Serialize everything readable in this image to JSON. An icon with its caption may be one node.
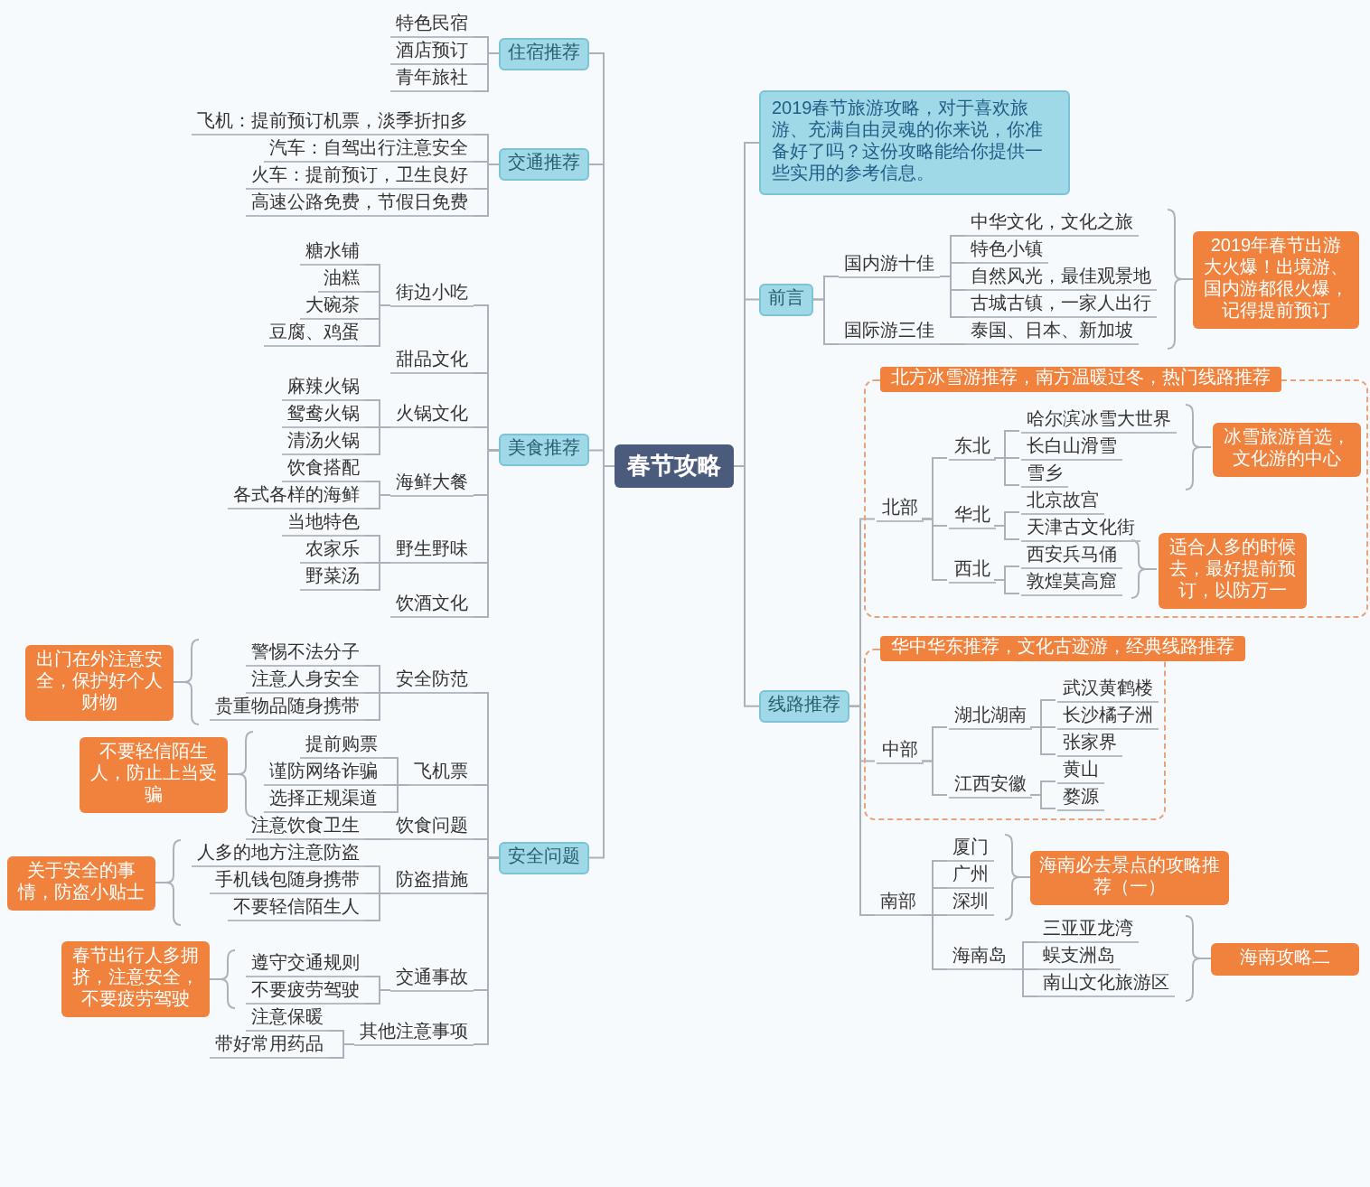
{
  "diagram": {
    "nodes": [
      {
        "text": [
          "春节攻略"
        ]
      },
      {
        "text": [
          "住宿推荐"
        ]
      },
      {
        "text": [
          "特色民宿"
        ]
      },
      {
        "text": [
          "酒店预订"
        ]
      },
      {
        "text": [
          "青年旅社"
        ]
      },
      {
        "text": [
          "交通推荐"
        ]
      },
      {
        "text": [
          "飞机：提前预订机票，淡季折扣多"
        ]
      },
      {
        "text": [
          "汽车：自驾出行注意安全"
        ]
      },
      {
        "text": [
          "火车：提前预订，卫生良好"
        ]
      },
      {
        "text": [
          "高速公路免费，节假日免费"
        ]
      },
      {
        "text": [
          "美食推荐"
        ]
      },
      {
        "text": [
          "街边小吃"
        ]
      },
      {
        "text": [
          "糖水铺"
        ]
      },
      {
        "text": [
          "油糕"
        ]
      },
      {
        "text": [
          "大碗茶"
        ]
      },
      {
        "text": [
          "豆腐、鸡蛋"
        ]
      },
      {
        "text": [
          "甜品文化"
        ]
      },
      {
        "text": [
          "火锅文化"
        ]
      },
      {
        "text": [
          "麻辣火锅"
        ]
      },
      {
        "text": [
          "鸳鸯火锅"
        ]
      },
      {
        "text": [
          "清汤火锅"
        ]
      },
      {
        "text": [
          "海鲜大餐"
        ]
      },
      {
        "text": [
          "饮食搭配"
        ]
      },
      {
        "text": [
          "各式各样的海鲜"
        ]
      },
      {
        "text": [
          "野生野味"
        ]
      },
      {
        "text": [
          "当地特色"
        ]
      },
      {
        "text": [
          "农家乐"
        ]
      },
      {
        "text": [
          "野菜汤"
        ]
      },
      {
        "text": [
          "饮酒文化"
        ]
      },
      {
        "text": [
          "安全问题"
        ]
      },
      {
        "text": [
          "安全防范"
        ]
      },
      {
        "text": [
          "警惕不法分子"
        ]
      },
      {
        "text": [
          "注意人身安全"
        ]
      },
      {
        "text": [
          "贵重物品随身携带"
        ]
      },
      {
        "text": [
          "飞机票"
        ]
      },
      {
        "text": [
          "提前购票"
        ]
      },
      {
        "text": [
          "谨防网络诈骗"
        ]
      },
      {
        "text": [
          "选择正规渠道"
        ]
      },
      {
        "text": [
          "饮食问题"
        ]
      },
      {
        "text": [
          "注意饮食卫生"
        ]
      },
      {
        "text": [
          "防盗措施"
        ]
      },
      {
        "text": [
          "人多的地方注意防盗"
        ]
      },
      {
        "text": [
          "手机钱包随身携带"
        ]
      },
      {
        "text": [
          "不要轻信陌生人"
        ]
      },
      {
        "text": [
          "交通事故"
        ]
      },
      {
        "text": [
          "遵守交通规则"
        ]
      },
      {
        "text": [
          "不要疲劳驾驶"
        ]
      },
      {
        "text": [
          "其他注意事项"
        ]
      },
      {
        "text": [
          "注意保暖"
        ]
      },
      {
        "text": [
          "带好常用药品"
        ]
      },
      {
        "text": [
          "出门在外注意安全，保护好个人财物"
        ]
      },
      {
        "text": [
          "不要轻信陌生人，防止上当受骗"
        ]
      },
      {
        "text": [
          "关于安全的事情，防盗小贴士"
        ]
      },
      {
        "text": [
          "春节出行人多拥挤，注意安全，不要疲劳驾驶"
        ]
      },
      {
        "text": [
          "2019春节旅游攻略，对于喜欢旅游、充满自由灵魂的你来说，你准备好了吗？这份攻略能给你提供一些实用的参考信息。"
        ]
      },
      {
        "text": [
          "前言"
        ]
      },
      {
        "text": [
          "国内游十佳"
        ]
      },
      {
        "text": [
          "中华文化，文化之旅"
        ]
      },
      {
        "text": [
          "特色小镇"
        ]
      },
      {
        "text": [
          "自然风光，最佳观景地"
        ]
      },
      {
        "text": [
          "古城古镇，一家人出行"
        ]
      },
      {
        "text": [
          "国际游三佳"
        ]
      },
      {
        "text": [
          "泰国、日本、新加坡"
        ]
      },
      {
        "text": [
          "2019年春节出游大火爆！出境游、国内游都很火爆，记得提前预订"
        ]
      },
      {
        "text": [
          "线路推荐"
        ]
      },
      {
        "text": [
          "北方冰雪游推荐，南方温暖过冬，热门线路推荐"
        ]
      },
      {
        "text": [
          "北部"
        ],
        "in": 65
      },
      {
        "text": [
          "东北"
        ],
        "in": 65
      },
      {
        "text": [
          "哈尔滨冰雪大世界"
        ],
        "in": 65
      },
      {
        "text": [
          "长白山滑雪"
        ],
        "in": 65
      },
      {
        "text": [
          "雪乡"
        ],
        "in": 65
      },
      {
        "text": [
          "华北"
        ],
        "in": 65
      },
      {
        "text": [
          "北京故宫"
        ],
        "in": 65
      },
      {
        "text": [
          "天津古文化街"
        ],
        "in": 65
      },
      {
        "text": [
          "西北"
        ],
        "in": 65
      },
      {
        "text": [
          "西安兵马俑"
        ],
        "in": 65
      },
      {
        "text": [
          "敦煌莫高窟"
        ],
        "in": 65
      },
      {
        "text": [
          "冰雪旅游首选，文化游的中心"
        ],
        "in": 65
      },
      {
        "text": [
          "适合人多的时候去，最好提前预订，以防万一"
        ],
        "in": 65
      },
      {
        "text": [
          "华中华东推荐，文化古迹游，经典线路推荐"
        ]
      },
      {
        "text": [
          "中部"
        ],
        "in": 79
      },
      {
        "text": [
          "湖北湖南"
        ],
        "in": 79
      },
      {
        "text": [
          "武汉黄鹤楼"
        ],
        "in": 79
      },
      {
        "text": [
          "长沙橘子洲"
        ],
        "in": 79
      },
      {
        "text": [
          "张家界"
        ],
        "in": 79
      },
      {
        "text": [
          "江西安徽"
        ],
        "in": 79
      },
      {
        "text": [
          "黄山"
        ],
        "in": 79
      },
      {
        "text": [
          "婺源"
        ],
        "in": 79
      },
      {
        "text": [
          "南部"
        ]
      },
      {
        "text": [
          "厦门"
        ]
      },
      {
        "text": [
          "广州"
        ]
      },
      {
        "text": [
          "深圳"
        ]
      },
      {
        "text": [
          "海南岛"
        ]
      },
      {
        "text": [
          "三亚亚龙湾"
        ]
      },
      {
        "text": [
          "蜈支洲岛"
        ]
      },
      {
        "text": [
          "南山文化旅游区"
        ]
      },
      {
        "text": [
          "海南必去景点的攻略推荐（一）"
        ]
      },
      {
        "text": [
          "海南攻略二"
        ]
      }
    ],
    "edges": [
      {
        "from": 0,
        "to": 1,
        "arrow": "none"
      },
      {
        "from": 0,
        "to": 5,
        "arrow": "none"
      },
      {
        "from": 0,
        "to": 10,
        "arrow": "none"
      },
      {
        "from": 0,
        "to": 29,
        "arrow": "none"
      },
      {
        "from": 0,
        "to": 54,
        "arrow": "none"
      },
      {
        "from": 0,
        "to": 55,
        "arrow": "none"
      },
      {
        "from": 0,
        "to": 64,
        "arrow": "none"
      },
      {
        "from": 1,
        "to": 2,
        "arrow": "none"
      },
      {
        "from": 1,
        "to": 3,
        "arrow": "none"
      },
      {
        "from": 1,
        "to": 4,
        "arrow": "none"
      },
      {
        "from": 5,
        "to": 6,
        "arrow": "none"
      },
      {
        "from": 5,
        "to": 7,
        "arrow": "none"
      },
      {
        "from": 5,
        "to": 8,
        "arrow": "none"
      },
      {
        "from": 5,
        "to": 9,
        "arrow": "none"
      },
      {
        "from": 10,
        "to": 11,
        "arrow": "none"
      },
      {
        "from": 10,
        "to": 16,
        "arrow": "none"
      },
      {
        "from": 10,
        "to": 17,
        "arrow": "none"
      },
      {
        "from": 10,
        "to": 21,
        "arrow": "none"
      },
      {
        "from": 10,
        "to": 24,
        "arrow": "none"
      },
      {
        "from": 10,
        "to": 28,
        "arrow": "none"
      },
      {
        "from": 11,
        "to": 12,
        "arrow": "none"
      },
      {
        "from": 11,
        "to": 13,
        "arrow": "none"
      },
      {
        "from": 11,
        "to": 14,
        "arrow": "none"
      },
      {
        "from": 11,
        "to": 15,
        "arrow": "none"
      },
      {
        "from": 17,
        "to": 18,
        "arrow": "none"
      },
      {
        "from": 17,
        "to": 19,
        "arrow": "none"
      },
      {
        "from": 17,
        "to": 20,
        "arrow": "none"
      },
      {
        "from": 21,
        "to": 22,
        "arrow": "none"
      },
      {
        "from": 21,
        "to": 23,
        "arrow": "none"
      },
      {
        "from": 24,
        "to": 25,
        "arrow": "none"
      },
      {
        "from": 24,
        "to": 26,
        "arrow": "none"
      },
      {
        "from": 24,
        "to": 27,
        "arrow": "none"
      },
      {
        "from": 29,
        "to": 30,
        "arrow": "none"
      },
      {
        "from": 29,
        "to": 34,
        "arrow": "none"
      },
      {
        "from": 29,
        "to": 38,
        "arrow": "none"
      },
      {
        "from": 29,
        "to": 40,
        "arrow": "none"
      },
      {
        "from": 29,
        "to": 44,
        "arrow": "none"
      },
      {
        "from": 29,
        "to": 47,
        "arrow": "none"
      },
      {
        "from": 30,
        "to": 31,
        "arrow": "none"
      },
      {
        "from": 30,
        "to": 32,
        "arrow": "none"
      },
      {
        "from": 30,
        "to": 33,
        "arrow": "none"
      },
      {
        "from": 34,
        "to": 35,
        "arrow": "none"
      },
      {
        "from": 34,
        "to": 36,
        "arrow": "none"
      },
      {
        "from": 34,
        "to": 37,
        "arrow": "none"
      },
      {
        "from": 38,
        "to": 39,
        "arrow": "none"
      },
      {
        "from": 40,
        "to": 41,
        "arrow": "none"
      },
      {
        "from": 40,
        "to": 42,
        "arrow": "none"
      },
      {
        "from": 40,
        "to": 43,
        "arrow": "none"
      },
      {
        "from": 44,
        "to": 45,
        "arrow": "none"
      },
      {
        "from": 44,
        "to": 46,
        "arrow": "none"
      },
      {
        "from": 47,
        "to": 48,
        "arrow": "none"
      },
      {
        "from": 47,
        "to": 49,
        "arrow": "none"
      },
      {
        "from": 55,
        "to": 56,
        "arrow": "none"
      },
      {
        "from": 55,
        "to": 61,
        "arrow": "none"
      },
      {
        "from": 56,
        "to": 57,
        "arrow": "none"
      },
      {
        "from": 56,
        "to": 58,
        "arrow": "none"
      },
      {
        "from": 56,
        "to": 59,
        "arrow": "none"
      },
      {
        "from": 56,
        "to": 60,
        "arrow": "none"
      },
      {
        "from": 61,
        "to": 62,
        "arrow": "none"
      },
      {
        "from": 64,
        "to": 66,
        "arrow": "none"
      },
      {
        "from": 64,
        "to": 80,
        "arrow": "none"
      },
      {
        "from": 64,
        "to": 88,
        "arrow": "none"
      },
      {
        "from": 66,
        "to": 67,
        "arrow": "none"
      },
      {
        "from": 66,
        "to": 71,
        "arrow": "none"
      },
      {
        "from": 66,
        "to": 74,
        "arrow": "none"
      },
      {
        "from": 67,
        "to": 68,
        "arrow": "none"
      },
      {
        "from": 67,
        "to": 69,
        "arrow": "none"
      },
      {
        "from": 67,
        "to": 70,
        "arrow": "none"
      },
      {
        "from": 71,
        "to": 72,
        "arrow": "none"
      },
      {
        "from": 71,
        "to": 73,
        "arrow": "none"
      },
      {
        "from": 74,
        "to": 75,
        "arrow": "none"
      },
      {
        "from": 74,
        "to": 76,
        "arrow": "none"
      },
      {
        "from": 80,
        "to": 81,
        "arrow": "none"
      },
      {
        "from": 80,
        "to": 85,
        "arrow": "none"
      },
      {
        "from": 81,
        "to": 82,
        "arrow": "none"
      },
      {
        "from": 81,
        "to": 83,
        "arrow": "none"
      },
      {
        "from": 81,
        "to": 84,
        "arrow": "none"
      },
      {
        "from": 85,
        "to": 86,
        "arrow": "none"
      },
      {
        "from": 85,
        "to": 87,
        "arrow": "none"
      },
      {
        "from": 88,
        "to": 89,
        "arrow": "none"
      },
      {
        "from": 88,
        "to": 90,
        "arrow": "none"
      },
      {
        "from": 88,
        "to": 91,
        "arrow": "none"
      },
      {
        "from": 88,
        "to": 92,
        "arrow": "none"
      },
      {
        "from": 92,
        "to": 93,
        "arrow": "none"
      },
      {
        "from": 92,
        "to": 94,
        "arrow": "none"
      },
      {
        "from": 92,
        "to": 95,
        "arrow": "none"
      }
    ]
  }
}
